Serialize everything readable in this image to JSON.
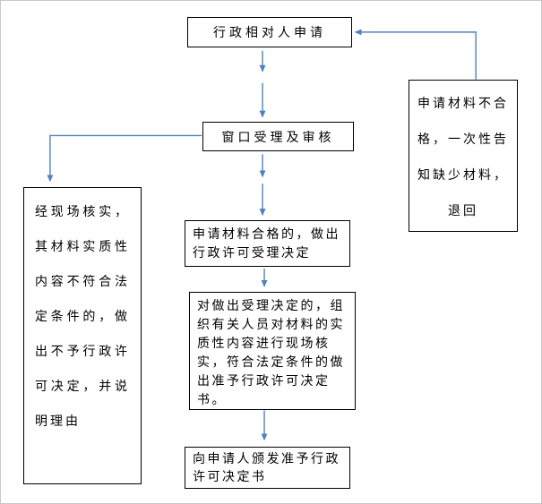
{
  "colors": {
    "connector": "#4f81bd",
    "box_border": "#000000",
    "background": "#ffffff"
  },
  "flowchart": {
    "nodes": {
      "applicant": {
        "label": "行政相对人申请"
      },
      "window_review": {
        "label": "窗口受理及审核"
      },
      "reject_notice": {
        "label": "申请材料不合格，一次性告知缺少材料，退回"
      },
      "onsite_reject": {
        "label": "经现场核实，其材料实质性内容不符合法定条件的，做出不予行政许可决定，并说明理由"
      },
      "accept_decision": {
        "label": "申请材料合格的，做出行政许可受理决定"
      },
      "onsite_verify": {
        "label": "对做出受理决定的，组织有关人员对材料的实质性内容进行现场核实，符合法定条件的做出准予行政许可决定书。"
      },
      "issue_certificate": {
        "label": "向申请人颁发准予行政许可决定书"
      }
    },
    "edges": [
      {
        "from": "applicant",
        "to": "window_review"
      },
      {
        "from": "window_review",
        "to": "accept_decision"
      },
      {
        "from": "window_review",
        "to": "onsite_reject"
      },
      {
        "from": "reject_notice",
        "to": "applicant"
      },
      {
        "from": "accept_decision",
        "to": "onsite_verify"
      },
      {
        "from": "onsite_verify",
        "to": "issue_certificate"
      }
    ]
  }
}
